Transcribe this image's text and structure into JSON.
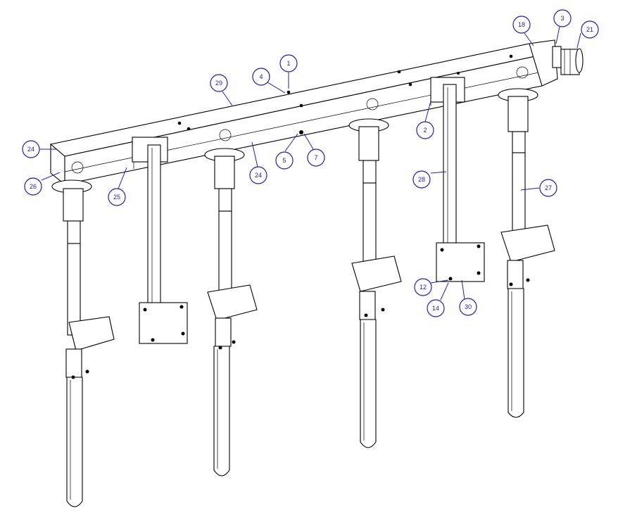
{
  "callouts": [
    {
      "label": "1"
    },
    {
      "label": "4"
    },
    {
      "label": "29"
    },
    {
      "label": "18"
    },
    {
      "label": "3"
    },
    {
      "label": "21"
    },
    {
      "label": "2"
    },
    {
      "label": "24"
    },
    {
      "label": "26"
    },
    {
      "label": "25"
    },
    {
      "label": "24"
    },
    {
      "label": "5"
    },
    {
      "label": "7"
    },
    {
      "label": "28"
    },
    {
      "label": "27"
    },
    {
      "label": "12"
    },
    {
      "label": "14"
    },
    {
      "label": "30"
    }
  ],
  "colors": {
    "callout": "#1f1fb0",
    "line": "#000000"
  }
}
